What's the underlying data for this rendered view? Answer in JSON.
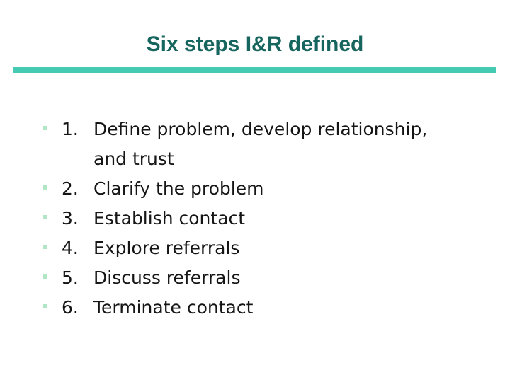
{
  "slide": {
    "title": "Six steps I&R defined",
    "colors": {
      "title_text": "#17655F",
      "divider": "#45CBB4",
      "bullet": "#B0E5C6",
      "body_text": "#151515",
      "background": "#FFFFFF"
    },
    "list": {
      "items": [
        {
          "number": "1.",
          "line1": "Define problem, develop relationship,",
          "line2": "and trust"
        },
        {
          "number": "2.",
          "line1": "Clarify the problem"
        },
        {
          "number": "3.",
          "line1": "Establish contact"
        },
        {
          "number": "4.",
          "line1": "Explore referrals"
        },
        {
          "number": "5.",
          "line1": "Discuss referrals"
        },
        {
          "number": "6.",
          "line1": "Terminate contact"
        }
      ]
    }
  }
}
